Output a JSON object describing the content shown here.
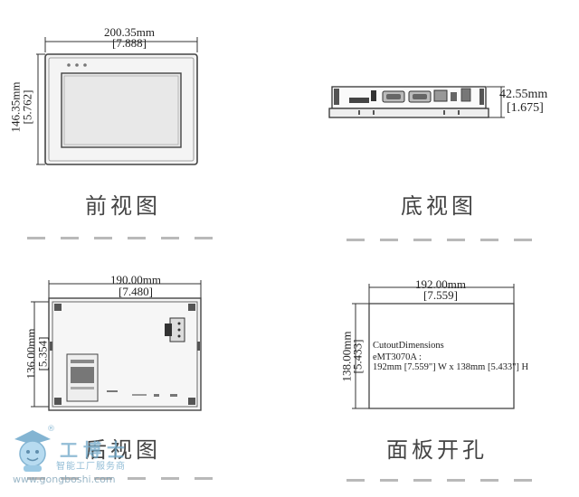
{
  "views": {
    "front": {
      "caption": "前视图",
      "width_mm": "200.35mm",
      "width_in": "[7.888]",
      "height_mm": "146.35mm",
      "height_in": "[5.762]"
    },
    "bottom": {
      "caption": "底视图",
      "depth_mm": "42.55mm",
      "depth_in": "[1.675]"
    },
    "rear": {
      "caption": "后视图",
      "width_mm": "190.00mm",
      "width_in": "[7.480]",
      "height_mm": "136.00mm",
      "height_in": "[5.354]"
    },
    "cutout": {
      "caption": "面板开孔",
      "width_mm": "192.00mm",
      "width_in": "[7.559]",
      "height_mm": "138.00mm",
      "height_in": "[5.433]",
      "title": "CutoutDimensions",
      "model": "eMT3070A :",
      "spec": "192mm [7.559\"] W x 138mm [5.433\"] H"
    }
  },
  "watermark": {
    "brand": "工博士",
    "tagline": "智能工厂服务商",
    "url": "www.gongboshi.com",
    "reg": "®"
  }
}
